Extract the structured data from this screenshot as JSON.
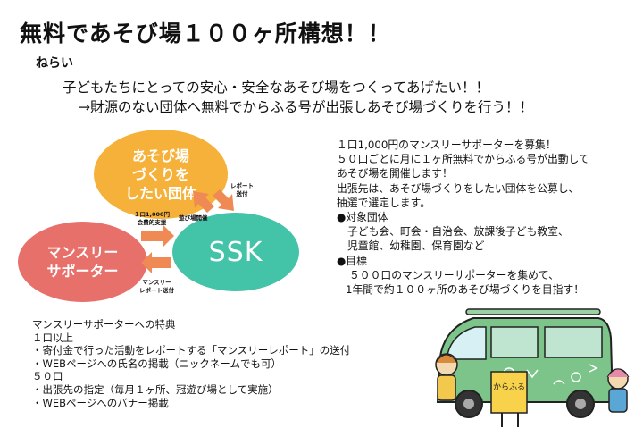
{
  "title": "無料であそび場１００ヶ所構想！！",
  "aim": {
    "label": "ねらい",
    "line1": "子どもたちにとっての安心・安全なあそび場をつくってあげたい！！",
    "line2": "→財源のない団体へ無料でからふる号が出張しあそび場づくりを行う！！"
  },
  "diagram": {
    "group_line1": "あそび場",
    "group_line2": "づくりを",
    "group_line3": "したい団体",
    "supporter_line1": "マンスリー",
    "supporter_line2": "サポーター",
    "ssk": "SSK",
    "report_send_1": "レポート",
    "report_send_2": "送付",
    "fee_1": "１口1,000円",
    "fee_2": "会費的支援",
    "choose": "遊び場開催",
    "monthly_report_1": "マンスリー",
    "monthly_report_2": "レポート送付",
    "colors": {
      "group": "#f5b13a",
      "supporter": "#e8706b",
      "ssk": "#43c3a7",
      "arrow": "#ef8a55"
    }
  },
  "recruit": {
    "l1": "１口1,000円のマンスリーサポーターを募集！",
    "l2": "５０口ごとに月に１ヶ所無料でからふる号が出動して",
    "l3": "あそび場を開催します！",
    "l4": "出張先は、あそび場づくりをしたい団体を公募し、",
    "l5": "抽選で選定します。",
    "l6": "●対象団体",
    "l7": "子ども会、町会・自治会、放課後子ども教室、",
    "l8": "児童館、幼稚園、保育園など",
    "l9": "●目標",
    "l10": "５００口のマンスリーサポーターを集めて、",
    "l11": "1年間で約１００ヶ所のあそび場づくりを目指す！"
  },
  "benefits": {
    "h": "マンスリーサポーターへの特典",
    "a": "１口以上",
    "a1": "・寄付金で行った活動をレポートする「マンスリーレポート」の送付",
    "a2": "・WEBページへの氏名の掲載（ニックネームでも可）",
    "b": "５０口",
    "b1": "・出張先の指定（毎月１ヶ所、冠遊び場として実施）",
    "b2": "・WEBページへのバナー掲載"
  },
  "van": {
    "sign": "からふる",
    "body_color": "#7cc48a"
  }
}
